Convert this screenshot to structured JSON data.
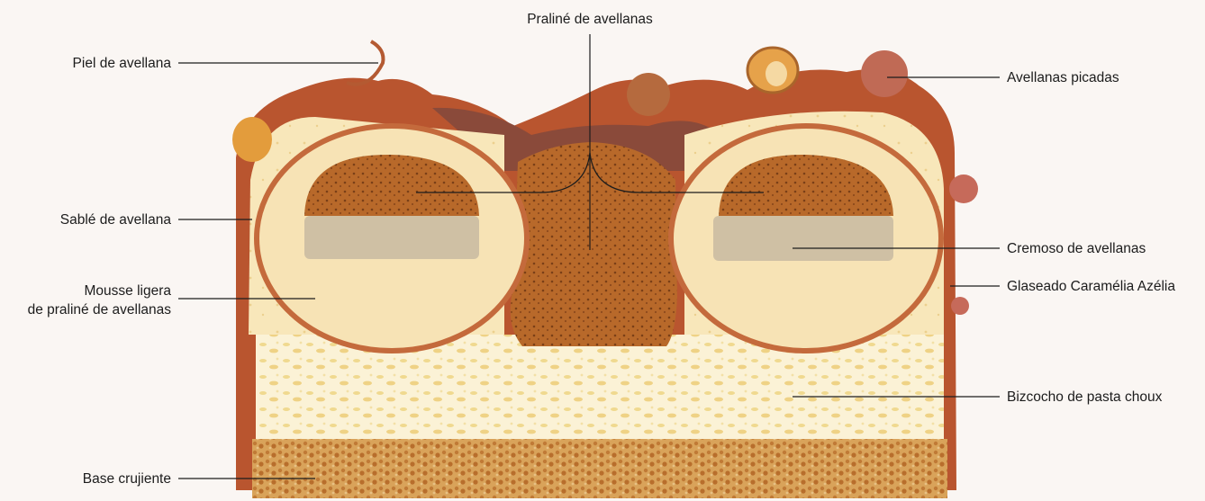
{
  "labels": {
    "hazelnut_praline": "Praliné de avellanas",
    "hazelnut_skin": "Piel de avellana",
    "chopped_hazelnuts": "Avellanas picadas",
    "hazelnut_sable": "Sablé de avellana",
    "hazelnut_cremoso": "Cremoso de avellanas",
    "mousse_line1": "Mousse ligera",
    "mousse_line2": "de praliné de avellanas",
    "glaze": "Glaseado Caramélia Azélia",
    "choux_sponge": "Bizcocho de pasta choux",
    "crunchy_base": "Base crujiente"
  }
}
